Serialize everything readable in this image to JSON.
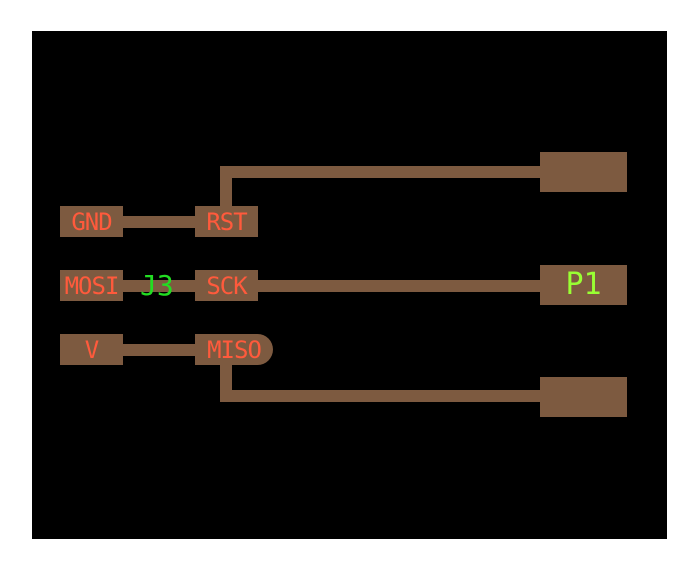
{
  "colors": {
    "board": "#000000",
    "copper": "#7d5a40",
    "pad_label": "#ff5a3c",
    "ref_label": "#22dd22",
    "p1_label": "#99ff33"
  },
  "j3": {
    "ref": "J3",
    "pins": [
      "GND",
      "RST",
      "MOSI",
      "SCK",
      "V",
      "MISO"
    ]
  },
  "p1": {
    "ref": "P1"
  }
}
